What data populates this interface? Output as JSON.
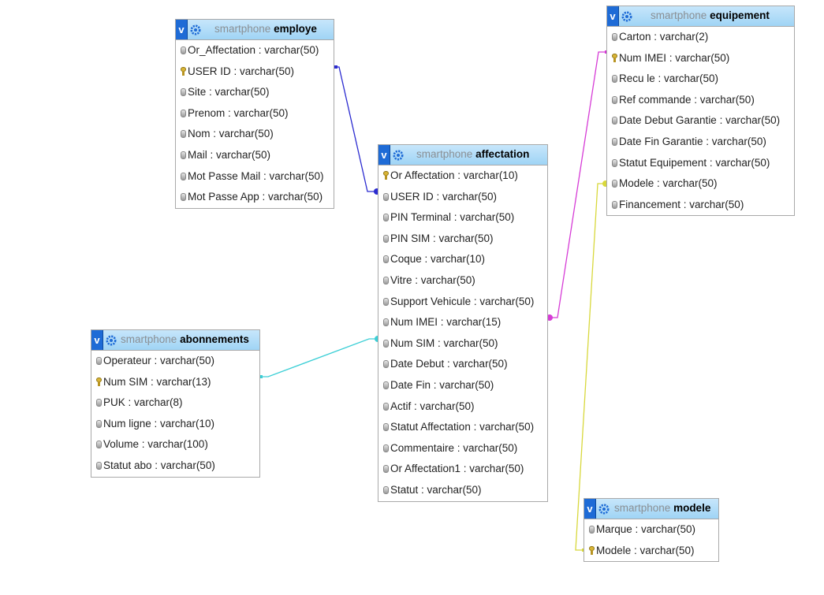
{
  "tables": [
    {
      "id": "employe",
      "db": "smartphone",
      "name": "employe",
      "columns": [
        {
          "label": "Or_Affectation : varchar(50)",
          "key": false
        },
        {
          "label": "USER ID : varchar(50)",
          "key": true
        },
        {
          "label": "Site : varchar(50)",
          "key": false
        },
        {
          "label": "Prenom : varchar(50)",
          "key": false
        },
        {
          "label": "Nom : varchar(50)",
          "key": false
        },
        {
          "label": "Mail : varchar(50)",
          "key": false
        },
        {
          "label": "Mot Passe Mail : varchar(50)",
          "key": false
        },
        {
          "label": "Mot Passe App : varchar(50)",
          "key": false
        }
      ]
    },
    {
      "id": "affectation",
      "db": "smartphone",
      "name": "affectation",
      "columns": [
        {
          "label": "Or Affectation : varchar(10)",
          "key": true
        },
        {
          "label": "USER ID : varchar(50)",
          "key": false
        },
        {
          "label": "PIN Terminal : varchar(50)",
          "key": false
        },
        {
          "label": "PIN SIM : varchar(50)",
          "key": false
        },
        {
          "label": "Coque : varchar(10)",
          "key": false
        },
        {
          "label": "Vitre : varchar(50)",
          "key": false
        },
        {
          "label": "Support Vehicule : varchar(50)",
          "key": false
        },
        {
          "label": "Num IMEI : varchar(15)",
          "key": false
        },
        {
          "label": "Num SIM : varchar(50)",
          "key": false
        },
        {
          "label": "Date Debut : varchar(50)",
          "key": false
        },
        {
          "label": "Date Fin : varchar(50)",
          "key": false
        },
        {
          "label": "Actif : varchar(50)",
          "key": false
        },
        {
          "label": "Statut Affectation : varchar(50)",
          "key": false
        },
        {
          "label": "Commentaire : varchar(50)",
          "key": false
        },
        {
          "label": "Or Affectation1 : varchar(50)",
          "key": false
        },
        {
          "label": "Statut : varchar(50)",
          "key": false
        }
      ]
    },
    {
      "id": "abonnements",
      "db": "smartphone",
      "name": "abonnements",
      "columns": [
        {
          "label": "Operateur : varchar(50)",
          "key": false
        },
        {
          "label": "Num SIM : varchar(13)",
          "key": true
        },
        {
          "label": "PUK : varchar(8)",
          "key": false
        },
        {
          "label": "Num ligne : varchar(10)",
          "key": false
        },
        {
          "label": "Volume : varchar(100)",
          "key": false
        },
        {
          "label": "Statut abo : varchar(50)",
          "key": false
        }
      ]
    },
    {
      "id": "equipement",
      "db": "smartphone",
      "name": "equipement",
      "columns": [
        {
          "label": "Carton : varchar(2)",
          "key": false
        },
        {
          "label": "Num IMEI : varchar(50)",
          "key": true
        },
        {
          "label": "Recu le : varchar(50)",
          "key": false
        },
        {
          "label": "Ref commande : varchar(50)",
          "key": false
        },
        {
          "label": "Date Debut Garantie : varchar(50)",
          "key": false
        },
        {
          "label": "Date Fin Garantie : varchar(50)",
          "key": false
        },
        {
          "label": "Statut Equipement : varchar(50)",
          "key": false
        },
        {
          "label": "Modele : varchar(50)",
          "key": false
        },
        {
          "label": "Financement : varchar(50)",
          "key": false
        }
      ]
    },
    {
      "id": "modele",
      "db": "smartphone",
      "name": "modele",
      "columns": [
        {
          "label": "Marque : varchar(50)",
          "key": false
        },
        {
          "label": "Modele : varchar(50)",
          "key": true
        }
      ]
    }
  ],
  "toggle_label": "v",
  "relations": [
    {
      "from": "employe.USER ID",
      "to": "affectation.USER ID",
      "color": "#2b2bd0"
    },
    {
      "from": "abonnements.Num SIM",
      "to": "affectation.Num SIM",
      "color": "#3ccfd6"
    },
    {
      "from": "equipement.Num IMEI",
      "to": "affectation.Num IMEI",
      "color": "#d63cd6"
    },
    {
      "from": "modele.Modele",
      "to": "equipement.Modele",
      "color": "#d8d83c"
    }
  ]
}
